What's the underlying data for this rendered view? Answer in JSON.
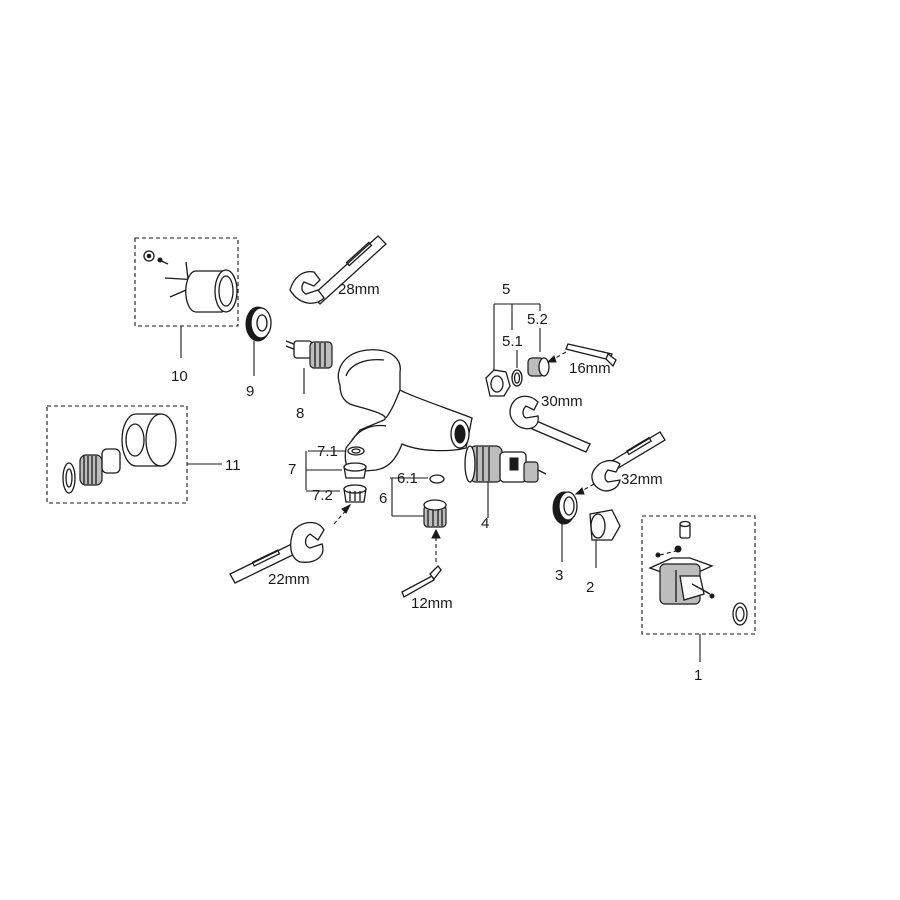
{
  "labels": {
    "p1": "1",
    "p2": "2",
    "p3": "3",
    "p4": "4",
    "p5": "5",
    "p5_1": "5.1",
    "p5_2": "5.2",
    "p6": "6",
    "p6_1": "6.1",
    "p7": "7",
    "p7_1": "7.1",
    "p7_2": "7.2",
    "p8": "8",
    "p9": "9",
    "p10": "10",
    "p11": "11"
  },
  "tools": {
    "wrench_28": "28mm",
    "wrench_30": "30mm",
    "wrench_32": "32mm",
    "wrench_22": "22mm",
    "hex_16": "16mm",
    "hex_12": "12mm"
  }
}
